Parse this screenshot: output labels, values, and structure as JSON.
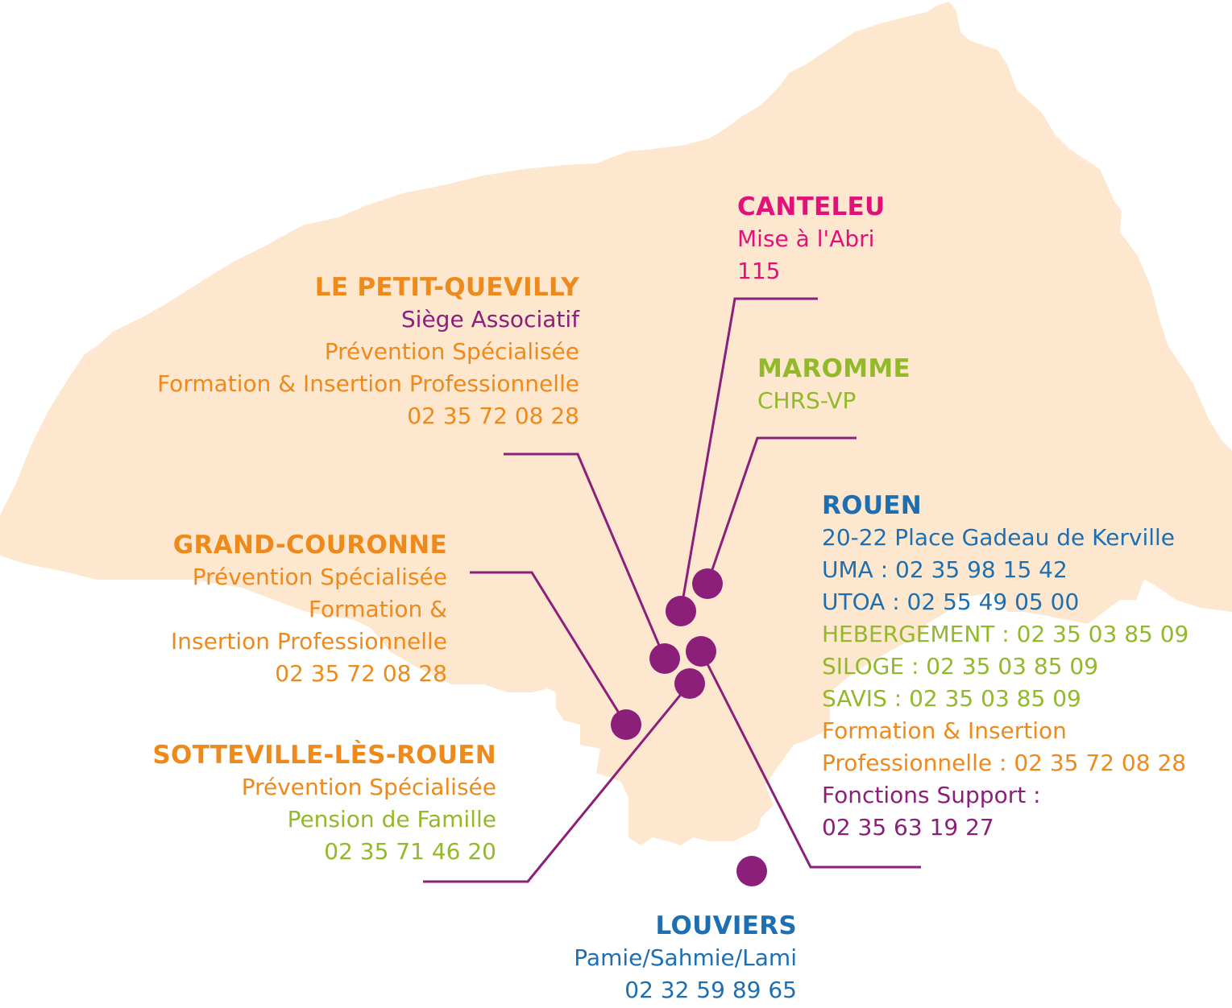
{
  "colors": {
    "land": "#fde8cf",
    "leader": "#8b1f7a",
    "marker": "#8b1f7a",
    "orange": "#ee8a1c",
    "pink": "#e2117a",
    "green": "#92b92a",
    "blue": "#1d6fb2",
    "purple": "#8b1f7a"
  },
  "locations": {
    "canteleu": {
      "title": "CANTELEU",
      "lines": [
        {
          "text": "Mise à l'Abri"
        },
        {
          "text": "115"
        }
      ]
    },
    "le_petit_quevilly": {
      "title": "LE PETIT-QUEVILLY",
      "lines": [
        {
          "text": "Siège Associatif"
        },
        {
          "text": "Prévention Spécialisée"
        },
        {
          "text": "Formation & Insertion Professionnelle"
        },
        {
          "text": "02 35 72 08 28"
        }
      ]
    },
    "maromme": {
      "title": "MAROMME",
      "lines": [
        {
          "text": "CHRS-VP"
        }
      ]
    },
    "rouen": {
      "title": "ROUEN",
      "lines": [
        {
          "text": "20-22 Place Gadeau de Kerville"
        },
        {
          "text": "UMA : 02 35 98 15 42"
        },
        {
          "text": "UTOA : 02 55 49 05 00"
        },
        {
          "text": "HEBERGEMENT : 02 35 03 85 09"
        },
        {
          "text": "SILOGE : 02 35 03 85 09"
        },
        {
          "text": "SAVIS : 02 35 03 85 09"
        },
        {
          "text": "Formation & Insertion"
        },
        {
          "text": "Professionnelle : 02 35 72 08 28"
        },
        {
          "text": "Fonctions Support :"
        },
        {
          "text": "02 35 63 19 27"
        }
      ]
    },
    "grand_couronne": {
      "title": "GRAND-COURONNE",
      "lines": [
        {
          "text": "Prévention Spécialisée"
        },
        {
          "text": "Formation &"
        },
        {
          "text": "Insertion Professionnelle"
        },
        {
          "text": "02 35 72 08 28"
        }
      ]
    },
    "sotteville": {
      "title": "SOTTEVILLE-LÈS-ROUEN",
      "lines": [
        {
          "text": "Prévention Spécialisée"
        },
        {
          "text": "Pension de Famille"
        },
        {
          "text": "02 35 71 46 20"
        }
      ]
    },
    "louviers": {
      "title": "LOUVIERS",
      "lines": [
        {
          "text": "Pamie/Sahmie/Lami"
        },
        {
          "text": "02 32 59 89 65"
        }
      ]
    }
  }
}
